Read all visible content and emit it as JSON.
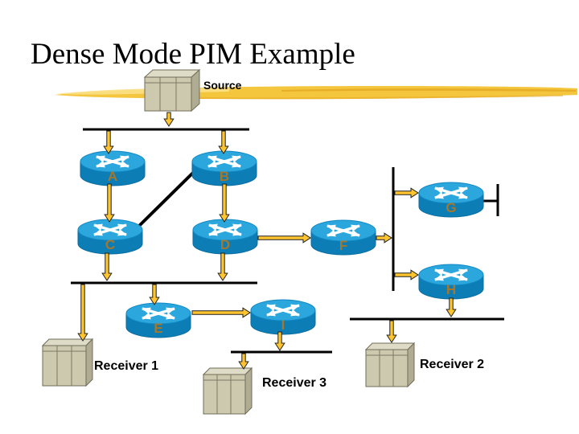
{
  "slide": {
    "title": "Dense Mode PIM Example",
    "source_label": "Source"
  },
  "routers": [
    {
      "id": "A",
      "label": "A"
    },
    {
      "id": "B",
      "label": "B"
    },
    {
      "id": "C",
      "label": "C"
    },
    {
      "id": "D",
      "label": "D"
    },
    {
      "id": "E",
      "label": "E"
    },
    {
      "id": "F",
      "label": "F"
    },
    {
      "id": "G",
      "label": "G"
    },
    {
      "id": "H",
      "label": "H"
    },
    {
      "id": "I",
      "label": "I"
    }
  ],
  "receivers": [
    {
      "id": "receiver-1",
      "label": "Receiver 1"
    },
    {
      "id": "receiver-2",
      "label": "Receiver 2"
    },
    {
      "id": "receiver-3",
      "label": "Receiver 3"
    }
  ],
  "colors": {
    "router_top": "#2BA7DE",
    "router_body": "#0D7DB5",
    "router_label": "#A5772B",
    "arrow_fill": "#FFC52F",
    "highlight_brush": "#F4C63E",
    "link_line": "#000000",
    "host_front": "#CDC9AF",
    "host_top": "#DEDBC6",
    "host_side": "#B0AC93",
    "title_color": "#000000"
  }
}
